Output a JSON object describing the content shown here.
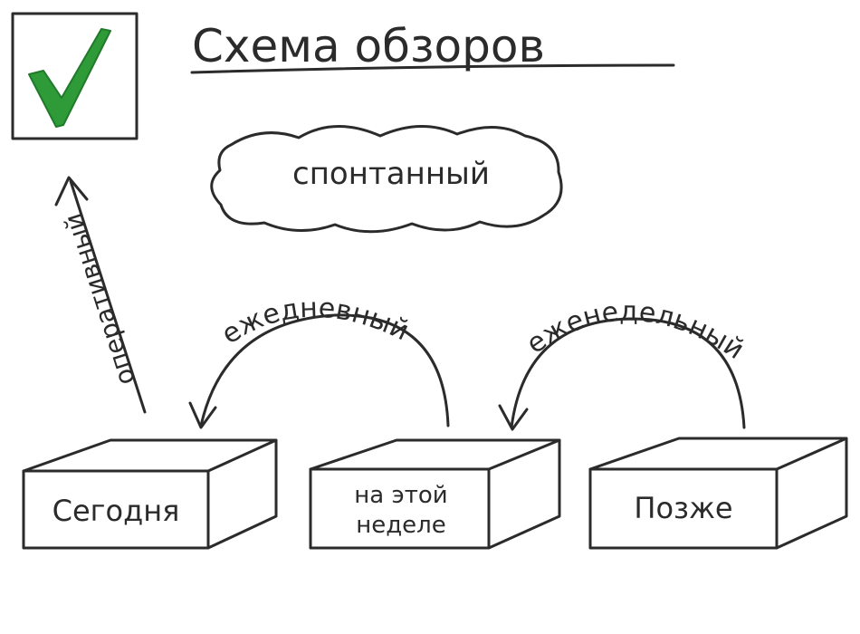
{
  "title": "Схема обзоров",
  "nodes": {
    "spontaneous": "спонтанный",
    "today": "Сегодня",
    "this_week_line1": "на этой",
    "this_week_line2": "неделе",
    "later": "Позже"
  },
  "edges": {
    "operative": "оперативный",
    "daily": "ежедневный",
    "weekly": "еженедельный"
  },
  "colors": {
    "ink": "#2b2b2b",
    "check": "#2e9a38"
  }
}
